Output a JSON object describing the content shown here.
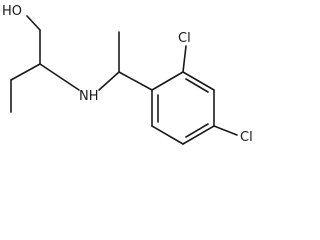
{
  "molecule": {
    "labels": {
      "hydroxyl": "HO",
      "amine": "NH",
      "chloro_top": "Cl",
      "chloro_bottom": "Cl"
    }
  },
  "colors": {
    "background": "#ffffff",
    "ink": "#1a1a1a"
  }
}
